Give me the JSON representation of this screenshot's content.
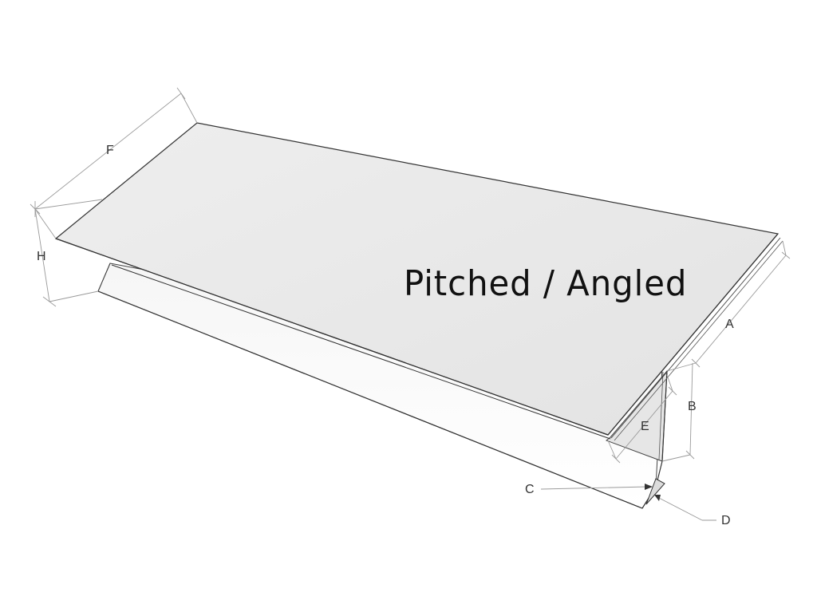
{
  "diagram": {
    "title": "Pitched / Angled",
    "subject": "pitched / angled flashing profile with dimension labels",
    "dimension_labels": {
      "A": "A",
      "B": "B",
      "C": "C",
      "D": "D",
      "E": "E",
      "F": "F",
      "H": "H"
    },
    "colors": {
      "panel_fill": "#e8e8e8",
      "panel_stroke": "#333333",
      "dimension_line": "#999999",
      "background": "#ffffff",
      "title_text": "#111111"
    }
  }
}
